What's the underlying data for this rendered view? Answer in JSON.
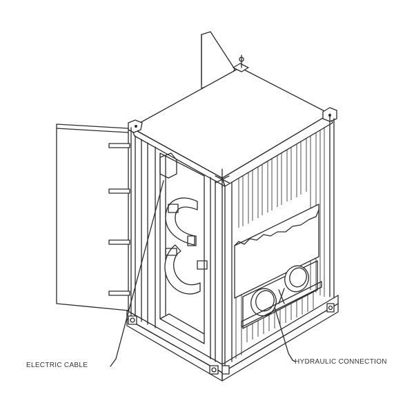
{
  "diagram": {
    "type": "isometric technical line drawing",
    "subject": "enclosure cabinet with open door",
    "labels": {
      "electric_cable": "ELECTRIC CABLE",
      "hydraulic_connection": "HYDRAULIC CONNECTION"
    },
    "colors": {
      "background": "#ffffff",
      "line": "#2a2a2a"
    }
  }
}
